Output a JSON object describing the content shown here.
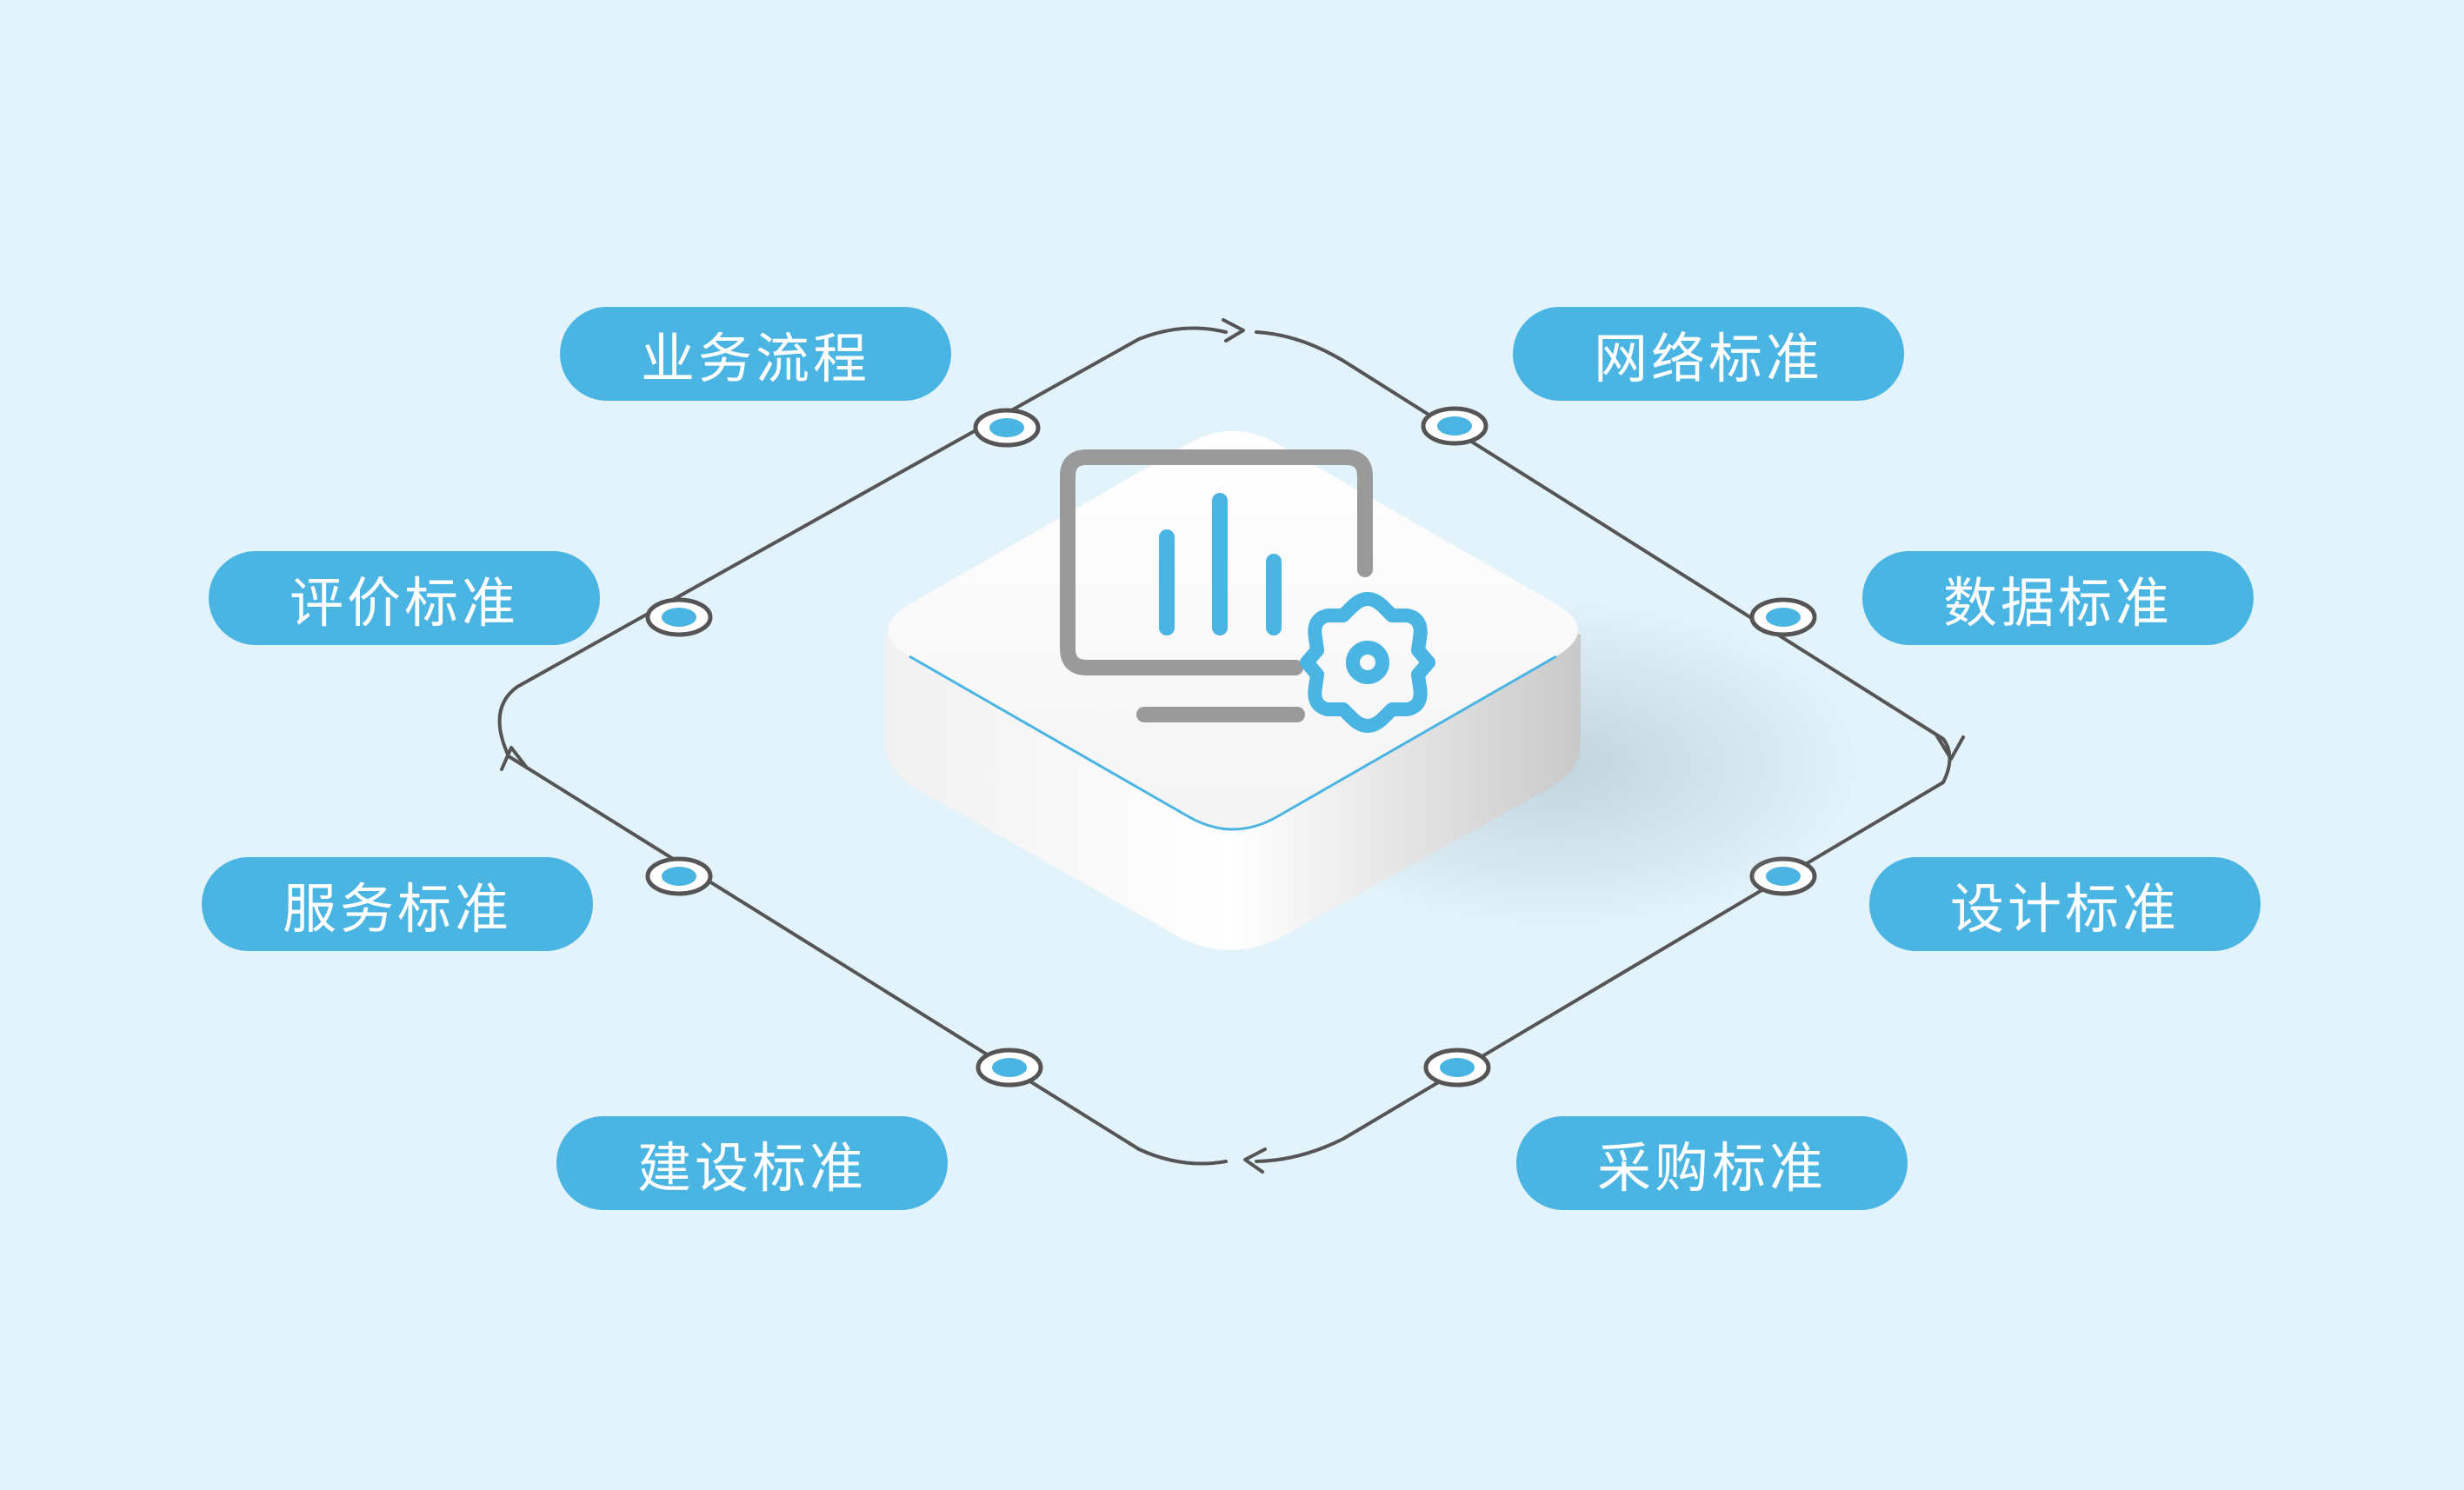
{
  "colors": {
    "background": "#e3f3fb",
    "label_fill": "#4ab4e2",
    "label_text": "#ffffff",
    "connector_line": "#555555",
    "node_dot": "#4ab4e2",
    "icon_gray": "#9a9a9a",
    "icon_blue": "#4ab4e2"
  },
  "center": {
    "icon": "monitor-bar-chart-gear-icon"
  },
  "labels": {
    "top_left": "业务流程",
    "top_right": "网络标准",
    "upper_left": "评价标准",
    "upper_right": "数据标准",
    "lower_left": "服务标准",
    "lower_right": "设计标准",
    "bottom_left": "建设标准",
    "bottom_right": "采购标准"
  }
}
